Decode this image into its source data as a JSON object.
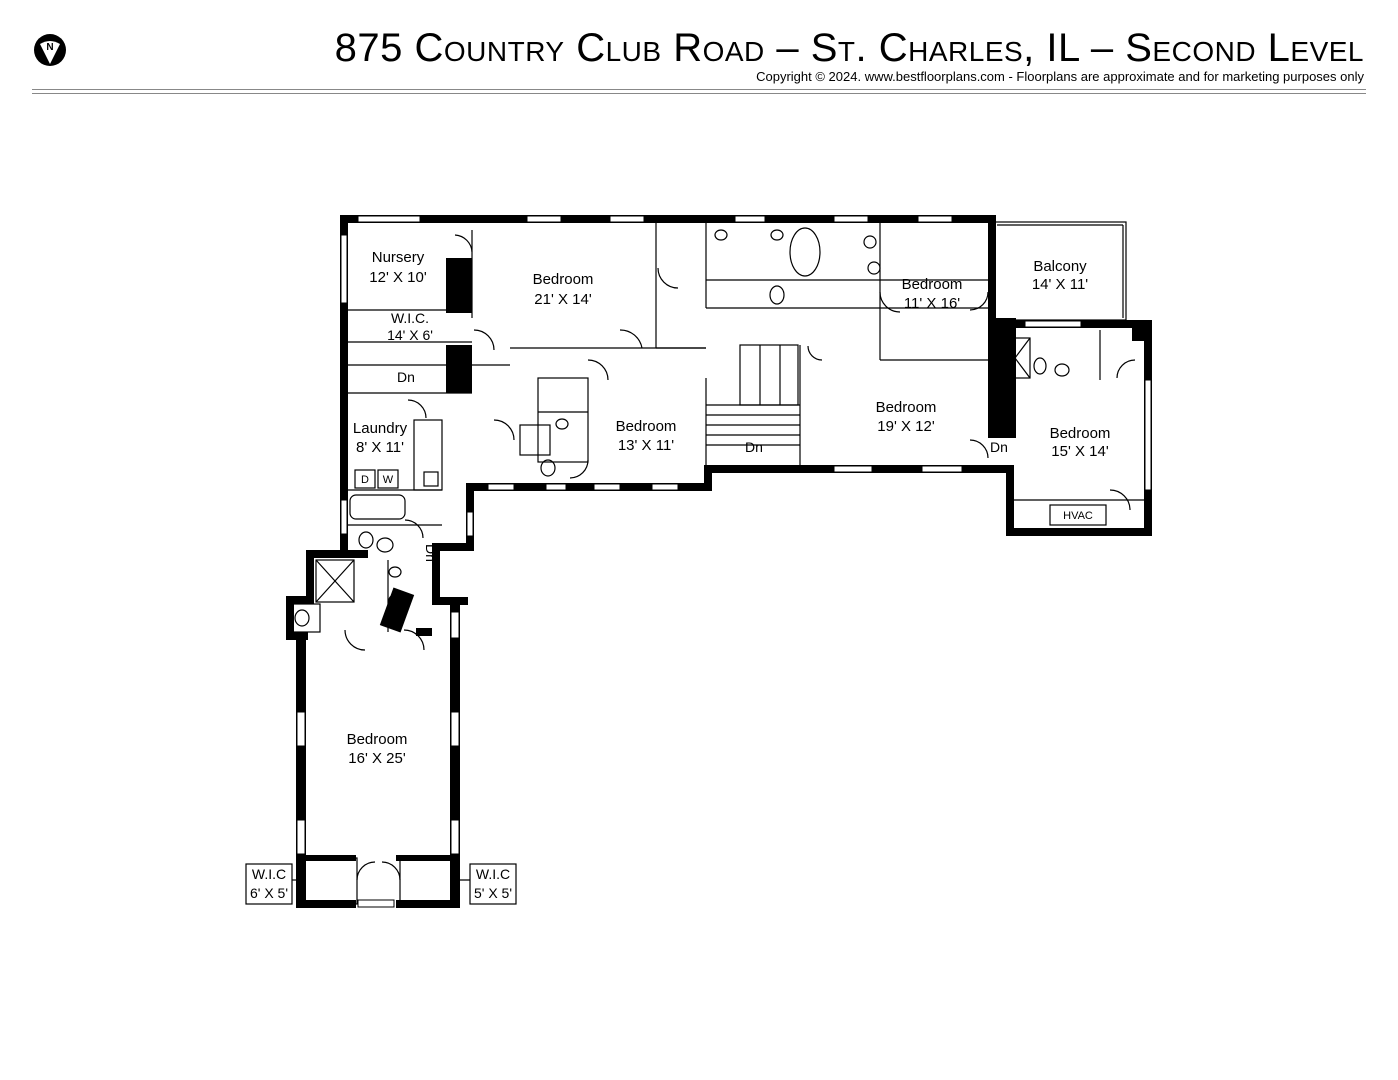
{
  "header": {
    "compass_letter": "N",
    "compass_icon": "north-arrow-icon",
    "title": "875 Country Club Road – St. Charles, IL – Second Level",
    "copyright": "Copyright © 2024. www.bestfloorplans.com - Floorplans are approximate and for marketing purposes only"
  },
  "rooms": {
    "nursery": {
      "name": "Nursery",
      "size": "12' X 10'"
    },
    "bedroom_main": {
      "name": "Bedroom",
      "size": "21' X 14'"
    },
    "bedroom_ne": {
      "name": "Bedroom",
      "size": "11' X 16'"
    },
    "balcony": {
      "name": "Balcony",
      "size": "14' X 11'"
    },
    "wic_top": {
      "name": "W.I.C.",
      "size": "14' X 6'"
    },
    "laundry": {
      "name": "Laundry",
      "size": "8' X 11'"
    },
    "bedroom_mid": {
      "name": "Bedroom",
      "size": "13' X 11'"
    },
    "bedroom_center": {
      "name": "Bedroom",
      "size": "19' X 12'"
    },
    "bedroom_east": {
      "name": "Bedroom",
      "size": "15' X 14'"
    },
    "bedroom_south": {
      "name": "Bedroom",
      "size": "16' X 25'"
    },
    "wic_left": {
      "name": "W.I.C",
      "size": "6' X 5'"
    },
    "wic_right": {
      "name": "W.I.C",
      "size": "5' X 5'"
    }
  },
  "fixtures": {
    "dryer": "D",
    "washer": "W",
    "hvac": "HVAC"
  },
  "stairs": {
    "dn_stair_left": "Dn",
    "dn_stair_center": "Dn",
    "dn_east": "Dn",
    "dn_south": "Dn"
  }
}
